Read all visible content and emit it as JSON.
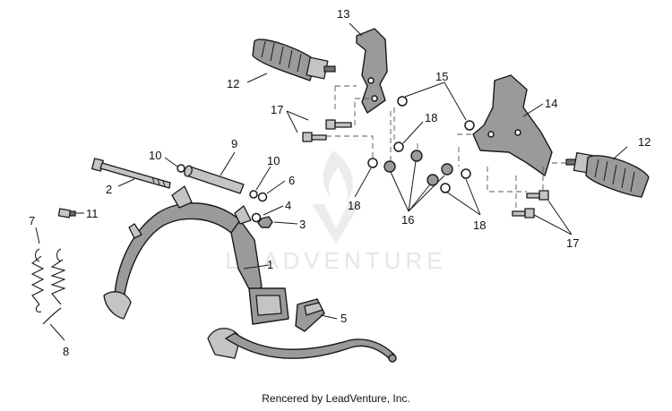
{
  "watermark": {
    "text": "LEADVENTURE"
  },
  "footer": {
    "credit": "Rencered by LeadVenture, Inc."
  },
  "callouts": {
    "c1": "1",
    "c2": "2",
    "c3": "3",
    "c4": "4",
    "c5": "5",
    "c6": "6",
    "c7": "7",
    "c8": "8",
    "c9": "9",
    "c10a": "10",
    "c10b": "10",
    "c11": "11",
    "c12a": "12",
    "c12b": "12",
    "c13": "13",
    "c14": "14",
    "c15": "15",
    "c16": "16",
    "c17a": "17",
    "c17b": "17",
    "c18a": "18",
    "c18b": "18",
    "c18c": "18"
  }
}
